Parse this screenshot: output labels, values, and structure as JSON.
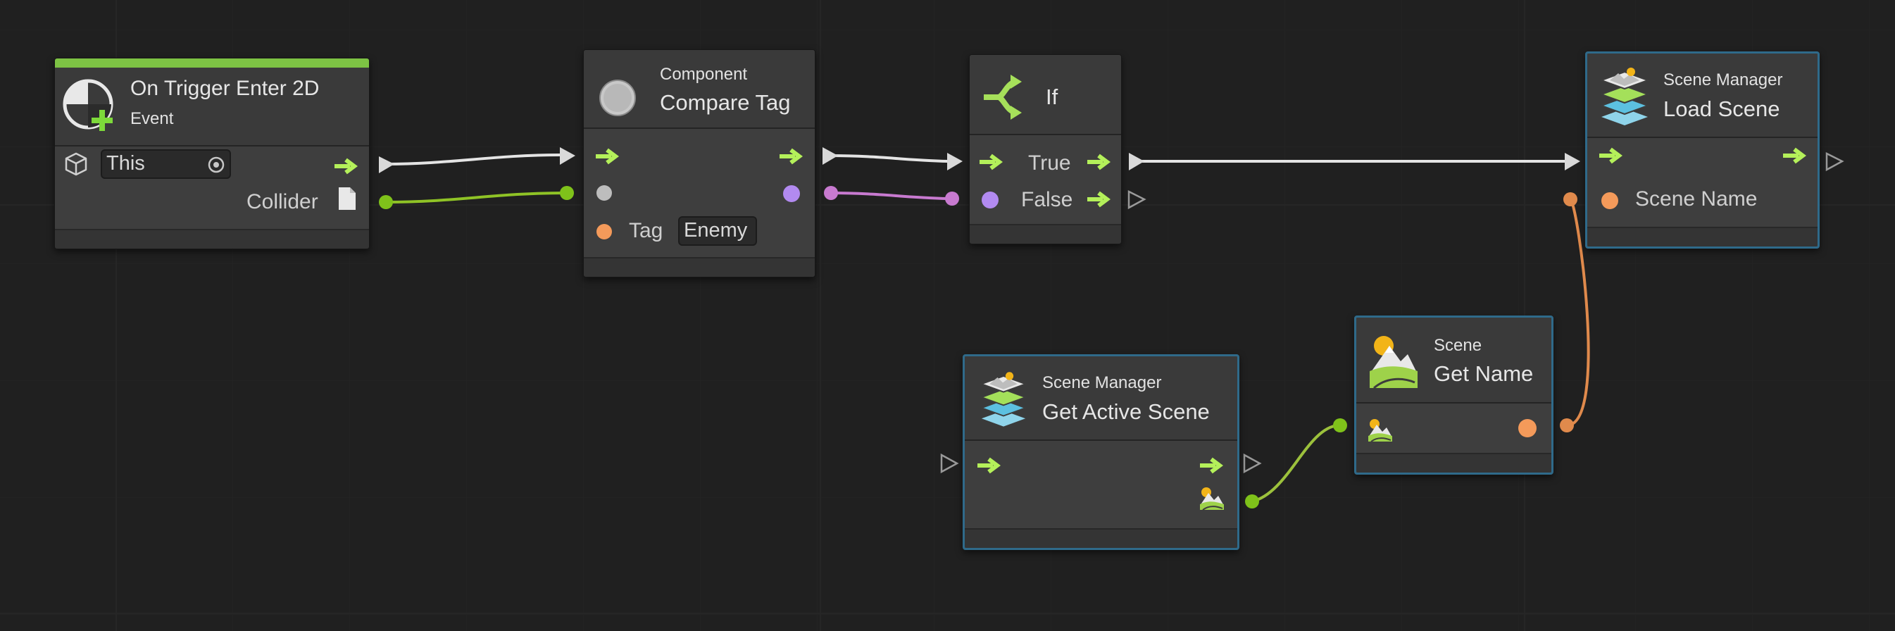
{
  "colors": {
    "flow": "#b4f05a",
    "collider_port": "#7fc21a",
    "boolean_port": "#b28af0",
    "string_port": "#f49a5a",
    "object_port": "#bdbdbd",
    "wire_flow": "#e4e4e4",
    "wire_collider": "#8fc326",
    "wire_boolean": "#c87ad0",
    "wire_string": "#e08a4c",
    "wire_scene": "#9cc13c",
    "selected_border": "#2f6a8a",
    "event_bar": "#7dc244"
  },
  "nodes": {
    "trigger": {
      "title": "On Trigger Enter 2D",
      "subtitle": "Event",
      "icon": "trigger-event-icon",
      "target_value": "This",
      "target_icon": "cube-icon",
      "picker_icon": "object-picker-icon",
      "output_label": "Collider",
      "output_icon": "document-icon"
    },
    "compare": {
      "category": "Component",
      "title": "Compare Tag",
      "icon": "component-circle-icon",
      "tag_label": "Tag",
      "tag_value": "Enemy"
    },
    "if": {
      "title": "If",
      "icon": "branch-arrows-icon",
      "true_label": "True",
      "false_label": "False"
    },
    "load": {
      "category": "Scene Manager",
      "title": "Load Scene",
      "icon": "scene-manager-layers-icon",
      "input_label": "Scene Name"
    },
    "active": {
      "category": "Scene Manager",
      "title": "Get Active Scene",
      "icon": "scene-manager-layers-icon",
      "output_icon": "scene-landscape-icon"
    },
    "getname": {
      "category": "Scene",
      "title": "Get Name",
      "icon": "scene-landscape-icon",
      "input_icon": "scene-landscape-icon"
    }
  }
}
